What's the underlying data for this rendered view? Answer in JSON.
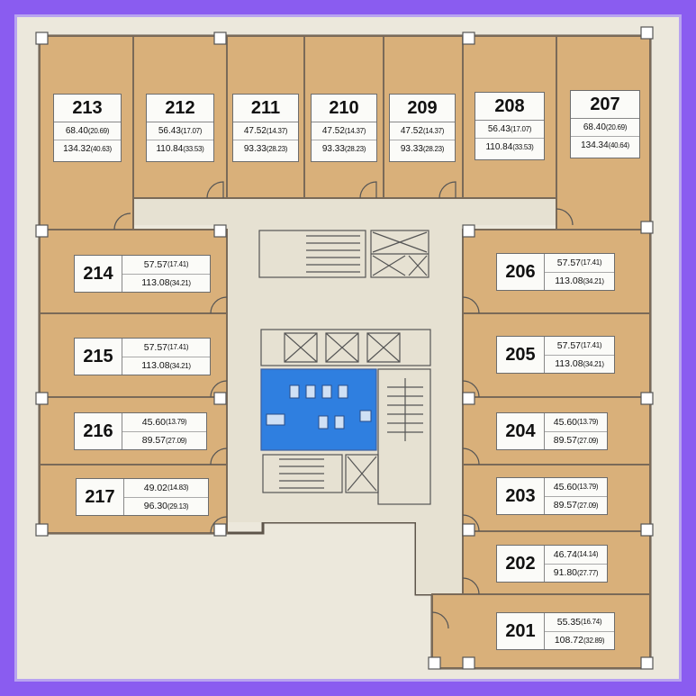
{
  "floor_plan": {
    "units": [
      {
        "id": "213",
        "area_a": "68.40",
        "area_a_py": "(20.69)",
        "area_b": "134.32",
        "area_b_py": "(40.63)"
      },
      {
        "id": "212",
        "area_a": "56.43",
        "area_a_py": "(17.07)",
        "area_b": "110.84",
        "area_b_py": "(33.53)"
      },
      {
        "id": "211",
        "area_a": "47.52",
        "area_a_py": "(14.37)",
        "area_b": "93.33",
        "area_b_py": "(28.23)"
      },
      {
        "id": "210",
        "area_a": "47.52",
        "area_a_py": "(14.37)",
        "area_b": "93.33",
        "area_b_py": "(28.23)"
      },
      {
        "id": "209",
        "area_a": "47.52",
        "area_a_py": "(14.37)",
        "area_b": "93.33",
        "area_b_py": "(28.23)"
      },
      {
        "id": "208",
        "area_a": "56.43",
        "area_a_py": "(17.07)",
        "area_b": "110.84",
        "area_b_py": "(33.53)"
      },
      {
        "id": "207",
        "area_a": "68.40",
        "area_a_py": "(20.69)",
        "area_b": "134.34",
        "area_b_py": "(40.64)"
      },
      {
        "id": "214",
        "area_a": "57.57",
        "area_a_py": "(17.41)",
        "area_b": "113.08",
        "area_b_py": "(34.21)"
      },
      {
        "id": "215",
        "area_a": "57.57",
        "area_a_py": "(17.41)",
        "area_b": "113.08",
        "area_b_py": "(34.21)"
      },
      {
        "id": "216",
        "area_a": "45.60",
        "area_a_py": "(13.79)",
        "area_b": "89.57",
        "area_b_py": "(27.09)"
      },
      {
        "id": "217",
        "area_a": "49.02",
        "area_a_py": "(14.83)",
        "area_b": "96.30",
        "area_b_py": "(29.13)"
      },
      {
        "id": "206",
        "area_a": "57.57",
        "area_a_py": "(17.41)",
        "area_b": "113.08",
        "area_b_py": "(34.21)"
      },
      {
        "id": "205",
        "area_a": "57.57",
        "area_a_py": "(17.41)",
        "area_b": "113.08",
        "area_b_py": "(34.21)"
      },
      {
        "id": "204",
        "area_a": "45.60",
        "area_a_py": "(13.79)",
        "area_b": "89.57",
        "area_b_py": "(27.09)"
      },
      {
        "id": "203",
        "area_a": "45.60",
        "area_a_py": "(13.79)",
        "area_b": "89.57",
        "area_b_py": "(27.09)"
      },
      {
        "id": "202",
        "area_a": "46.74",
        "area_a_py": "(14.14)",
        "area_b": "91.80",
        "area_b_py": "(27.77)"
      },
      {
        "id": "201",
        "area_a": "55.35",
        "area_a_py": "(16.74)",
        "area_b": "108.72",
        "area_b_py": "(32.89)"
      }
    ],
    "colors": {
      "unit_fill": "#d9b07a",
      "corridor": "#e6e1d2",
      "restroom": "#2f7fe0",
      "frame": "#8a5cf0"
    }
  }
}
